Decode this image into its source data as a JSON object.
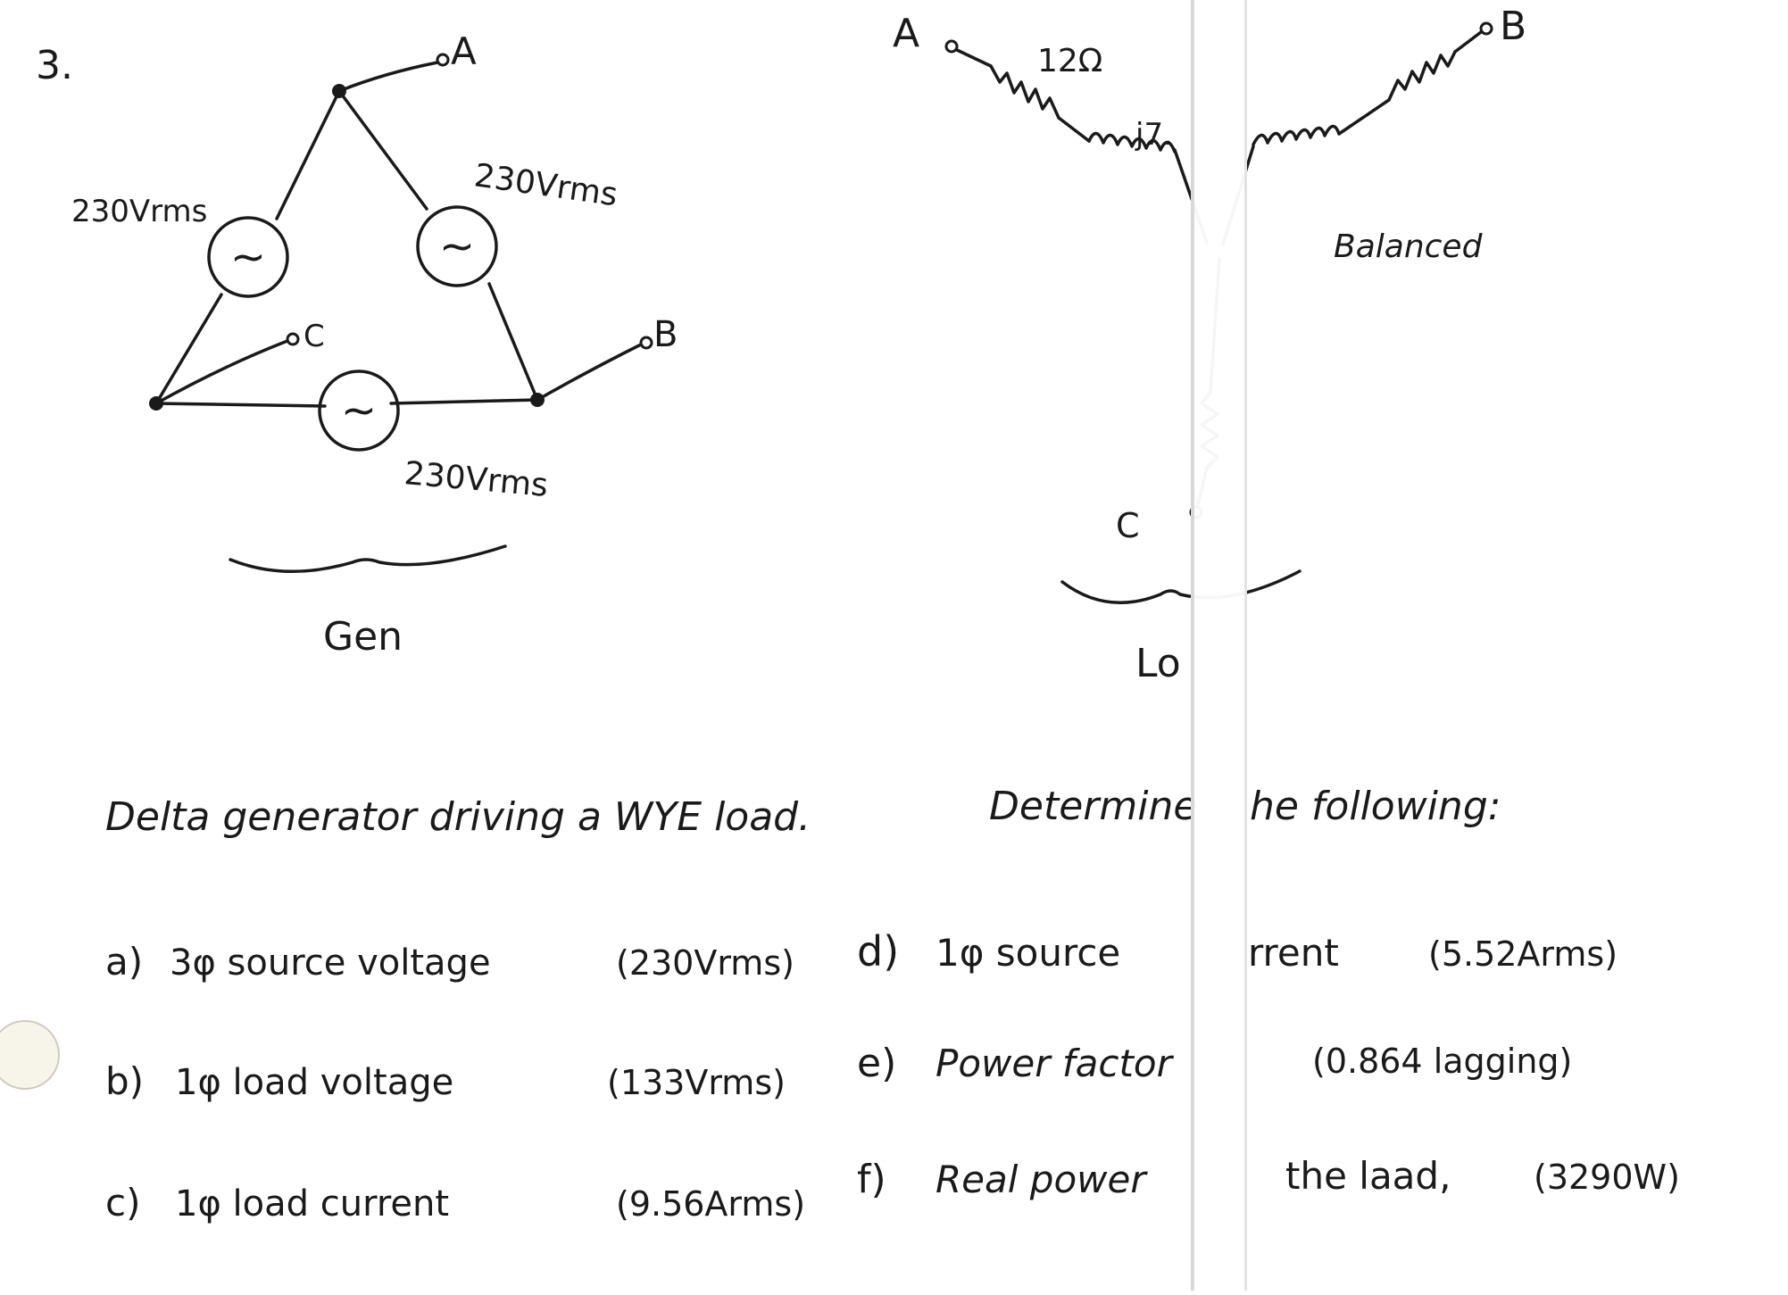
{
  "problem_number": "3.",
  "generator": {
    "node_A": "A",
    "node_B": "B",
    "node_C": "C",
    "source_left": "230Vrms",
    "source_right": "230Vrms",
    "source_bottom": "230Vrms",
    "ac_symbol": "~",
    "caption": "Gen"
  },
  "load": {
    "node_A": "A",
    "node_B": "B",
    "node_C": "C",
    "resistance": "12Ω",
    "reactance": "j7.",
    "note": "Balanced",
    "caption": "Lo"
  },
  "statement": "Delta generator driving a WYE load.",
  "instruction": "Determine",
  "instruction_tail": "he following:",
  "questions": [
    {
      "label": "a)",
      "text": "3φ source voltage",
      "answer": "(230Vrms)"
    },
    {
      "label": "b)",
      "text": "1φ load voltage",
      "answer": "(133Vrms)"
    },
    {
      "label": "c)",
      "text": "1φ load current",
      "answer": "(9.56Arms)"
    },
    {
      "label": "d)",
      "text": "1φ source",
      "text_tail": "rrent",
      "answer": "(5.52Arms)"
    },
    {
      "label": "e)",
      "text": "Power factor",
      "answer": "(0.864 lagging)"
    },
    {
      "label": "f)",
      "text": "Real power",
      "text_tail": "the laad,",
      "answer": "(3290W)"
    }
  ]
}
